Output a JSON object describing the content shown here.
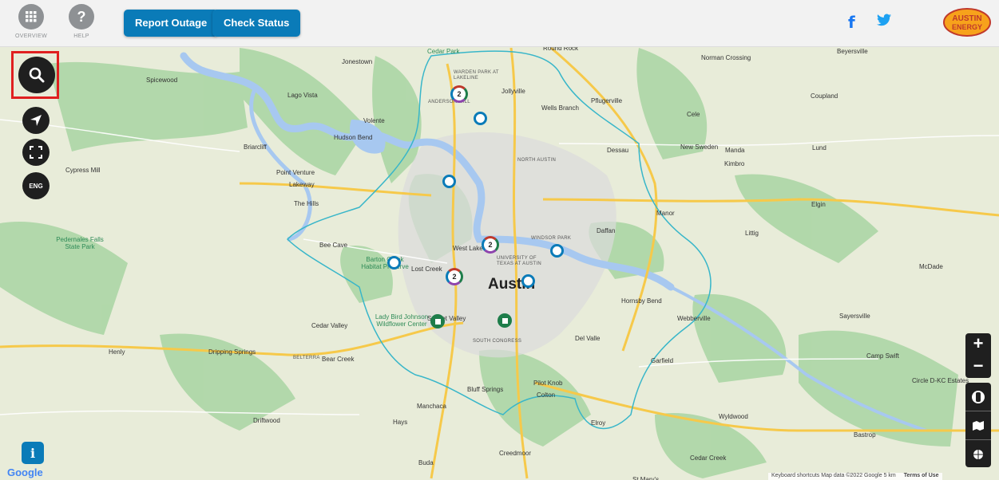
{
  "header": {
    "overview_label": "OVERVIEW",
    "help_label": "HELP",
    "report_outage_label": "Report Outage",
    "check_status_label": "Check Status",
    "logo_text_line1": "AUSTIN",
    "logo_text_line2": "ENERGY"
  },
  "map_controls": {
    "language_label": "ENG",
    "zoom_in_label": "+",
    "zoom_out_label": "−",
    "info_label": "i"
  },
  "attribution": {
    "google": "Google",
    "text": "Keyboard shortcuts   Map data ©2022 Google   5 km",
    "terms": "Terms of Use"
  },
  "colors": {
    "accent": "#0a7bb8",
    "land": "#e8ecd9",
    "water": "#a7c8f0",
    "park": "#a8d5a2",
    "boundary": "#38b6c9",
    "highway": "#f6c94a"
  },
  "places": [
    "Round Rock",
    "Cedar Park",
    "Jonestown",
    "Spicewood",
    "Lago Vista",
    "Jollyville",
    "Wells Branch",
    "Pflugerville",
    "Coupland",
    "Norman Crossing",
    "Beyersville",
    "Volente",
    "Hudson Bend",
    "Briarcliff",
    "Cele",
    "New Sweden",
    "Manda",
    "Lund",
    "Kimbro",
    "Dessau",
    "NORTH AUSTIN",
    "Cypress Mill",
    "Point Venture",
    "Lakeway",
    "The Hills",
    "Manor",
    "Elgin",
    "Bee Cave",
    "Littig",
    "Daffan",
    "WINDSOR PARK",
    "West Lake Hills",
    "UNIVERSITY OF TEXAS AT AUSTIN",
    "Austin",
    "Lost Creek",
    "Pedernales Falls State Park",
    "Barton Creek Habitat Preserve",
    "McDade",
    "Hornsby Bend",
    "Webberville",
    "Sayersville",
    "Cedar Valley",
    "Lady Bird Johnson Wildflower Center",
    "Sunset Valley",
    "SOUTH CONGRESS",
    "Del Valle",
    "Henly",
    "Dripping Springs",
    "BELTERRA",
    "Bear Creek",
    "Garfield",
    "Camp Swift",
    "Circle D-KC Estates",
    "Bluff Springs",
    "Pilot Knob",
    "Colton",
    "Manchaca",
    "Elroy",
    "Wyldwood",
    "Bastrop",
    "Driftwood",
    "Hays",
    "Creedmoor",
    "Cedar Creek",
    "Buda",
    "St Mary's",
    "ANDERSON MILL",
    "WARDEN PARK AT LAKELINE",
    "Lund"
  ],
  "cluster_counts": [
    "2",
    "2",
    "2"
  ]
}
